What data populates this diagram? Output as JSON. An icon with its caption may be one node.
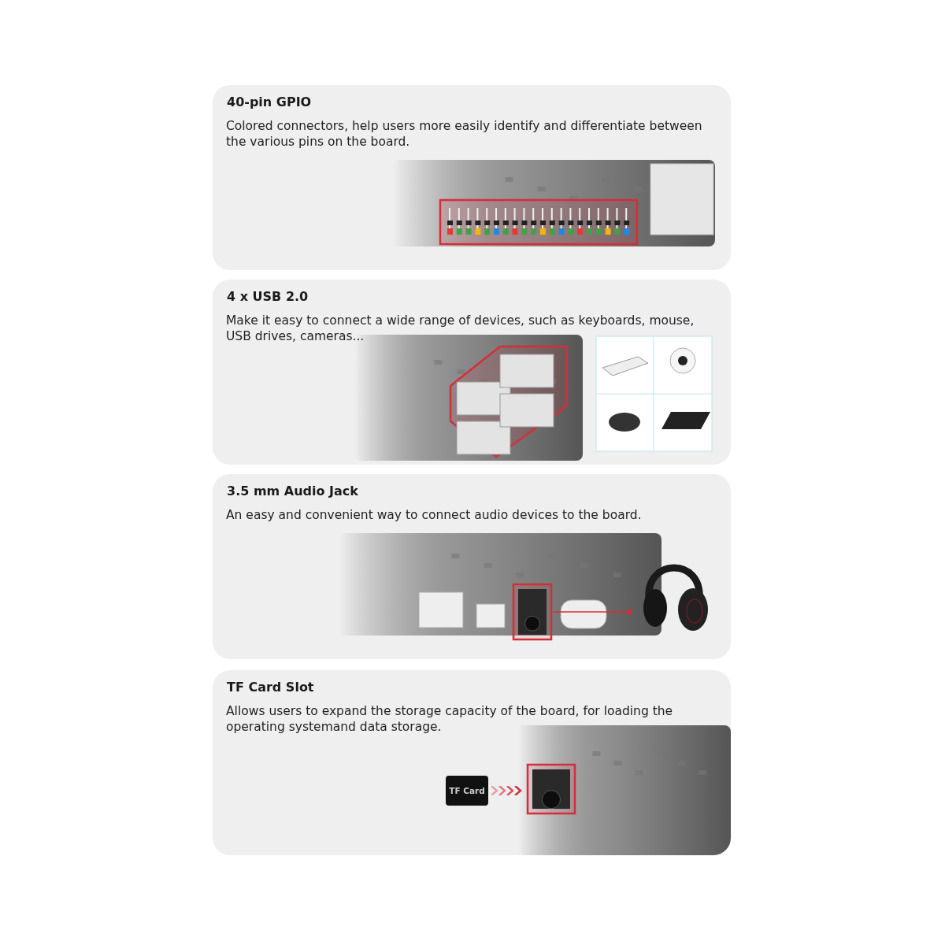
{
  "diagram": {
    "nodes": [
      {
        "text": [
          "40-pin GPIO",
          "Colored connectors, help users more easily identify and differentiate between the various pins on the board."
        ]
      },
      {
        "text": [
          "4 x USB 2.0",
          "Make it easy to connect a wide range of devices, such as keyboards, mouse, USB drives, cameras..."
        ]
      },
      {
        "text": [
          "3.5 mm Audio Jack",
          "An easy and convenient way to connect audio devices to the board."
        ]
      },
      {
        "text": [],
        "shape": "box",
        "in": 2
      },
      {
        "text": [],
        "shape": "picture",
        "in": 2
      },
      {
        "text": [
          "TF Card Slot",
          "Allows users to expand the storage capacity of the board, for loading the operating systemand data storage."
        ]
      },
      {
        "text": [
          "TF Card"
        ],
        "in": 5
      },
      {
        "text": [],
        "shape": "box",
        "in": 5
      }
    ],
    "edges": [
      {
        "from": 3,
        "to": 4,
        "arrow": "other",
        "color": "#d32f3a"
      },
      {
        "from": 6,
        "to": 7,
        "arrow": "to",
        "color": "#d32f3a"
      }
    ]
  }
}
